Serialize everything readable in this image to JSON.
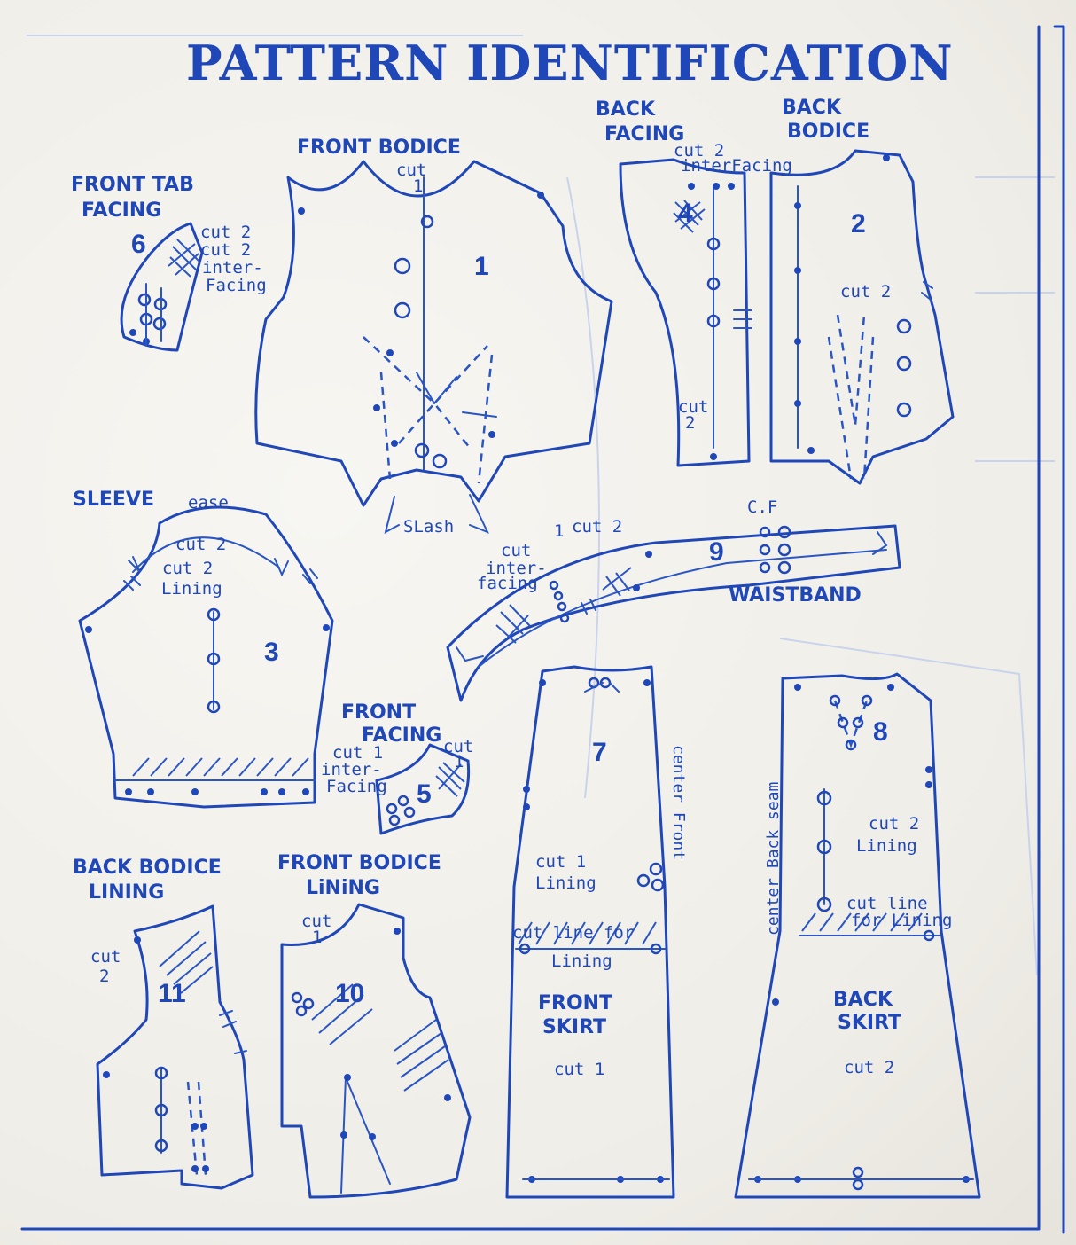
{
  "title": "PATTERN IDENTIFICATION",
  "colors": {
    "ink": "#1f47b8",
    "paper": "#f3f1ec"
  },
  "pieces": {
    "front_bodice": {
      "label": "FRONT BODICE",
      "num": "1",
      "cut": "cut",
      "cut2": "1",
      "slash": "SLash"
    },
    "back_facing": {
      "label1": "BACK",
      "label2": "FACING",
      "num": "4",
      "cut_a": "cut 2",
      "cut_b": "interFacing",
      "cut_c": "cut",
      "cut_d": "2"
    },
    "back_bodice": {
      "label1": "BACK",
      "label2": "BODICE",
      "num": "2",
      "cut": "cut 2"
    },
    "front_tab": {
      "label1": "FRONT TAB",
      "label2": "FACING",
      "num": "6",
      "c1": "cut 2",
      "c2": "cut 2",
      "c3": "inter-",
      "c4": "Facing"
    },
    "sleeve": {
      "label": "SLEEVE",
      "ease": "ease",
      "num": "3",
      "c1": "cut 2",
      "c2": "cut 2",
      "c3": "Lining"
    },
    "waistband": {
      "label": "WAISTBAND",
      "num": "9",
      "cf": "C.F",
      "c1": "cut 2",
      "c2": "cut",
      "c3": "1",
      "c4": "inter-",
      "c5": "facing"
    },
    "front_facing": {
      "label1": "FRONT",
      "label2": "FACING",
      "num": "5",
      "c1": "cut 1",
      "c2": "inter-",
      "c3": "Facing",
      "c4": "cut",
      "c5": "1"
    },
    "front_skirt": {
      "label1": "FRONT",
      "label2": "SKIRT",
      "num": "7",
      "c1": "cut 1",
      "c2": "Lining",
      "c3": "cut line for",
      "c4": "Lining",
      "c5": "cut 1",
      "side": "center Front"
    },
    "back_skirt": {
      "label1": "BACK",
      "label2": "SKIRT",
      "num": "8",
      "c1": "cut 2",
      "c2": "Lining",
      "c3": "cut line",
      "c4": "for Lining",
      "c5": "cut 2",
      "side": "center Back seam"
    },
    "back_lining": {
      "label1": "BACK BODICE",
      "label2": "LINING",
      "num": "11",
      "c1": "cut",
      "c2": "2"
    },
    "front_lining": {
      "label1": "FRONT BODICE",
      "label2": "LiNiNG",
      "num": "10",
      "c1": "cut",
      "c2": "1"
    }
  }
}
